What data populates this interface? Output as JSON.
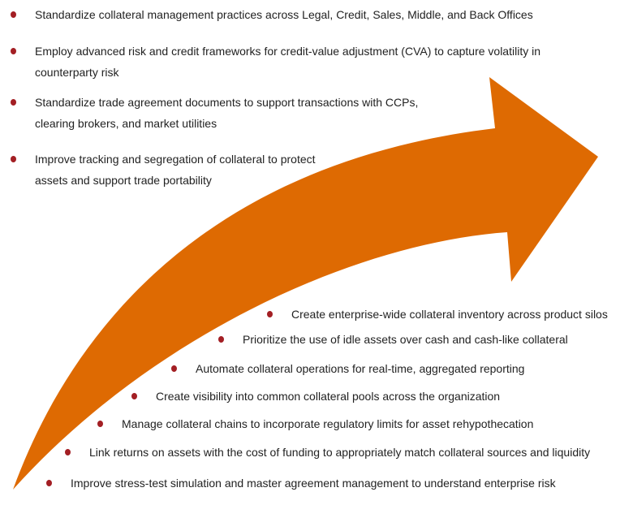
{
  "colors": {
    "arrow": "#de6a02",
    "bullet": "#a31f24",
    "text": "#222222"
  },
  "top_items": [
    {
      "lines": [
        "Standardize collateral management practices across Legal, Credit, Sales, Middle, and Back Offices"
      ]
    },
    {
      "lines": [
        "Employ advanced risk and credit frameworks for credit-value adjustment (CVA) to capture volatility in",
        "counterparty risk"
      ]
    },
    {
      "lines": [
        "Standardize trade agreement documents to support transactions with CCPs,",
        "clearing brokers, and market utilities"
      ]
    },
    {
      "lines": [
        "Improve tracking and segregation of collateral to protect",
        "assets and support trade portability"
      ]
    }
  ],
  "bottom_items": [
    "Create enterprise-wide collateral inventory across product silos",
    "Prioritize the use of idle assets over cash and cash-like collateral",
    "Automate collateral operations for real-time, aggregated reporting",
    "Create visibility into common collateral pools across the organization",
    "Manage collateral chains to incorporate regulatory limits for asset rehypothecation",
    "Link returns on assets with the cost of funding to appropriately match collateral sources and liquidity",
    "Improve stress-test simulation and master agreement management to understand enterprise risk"
  ]
}
